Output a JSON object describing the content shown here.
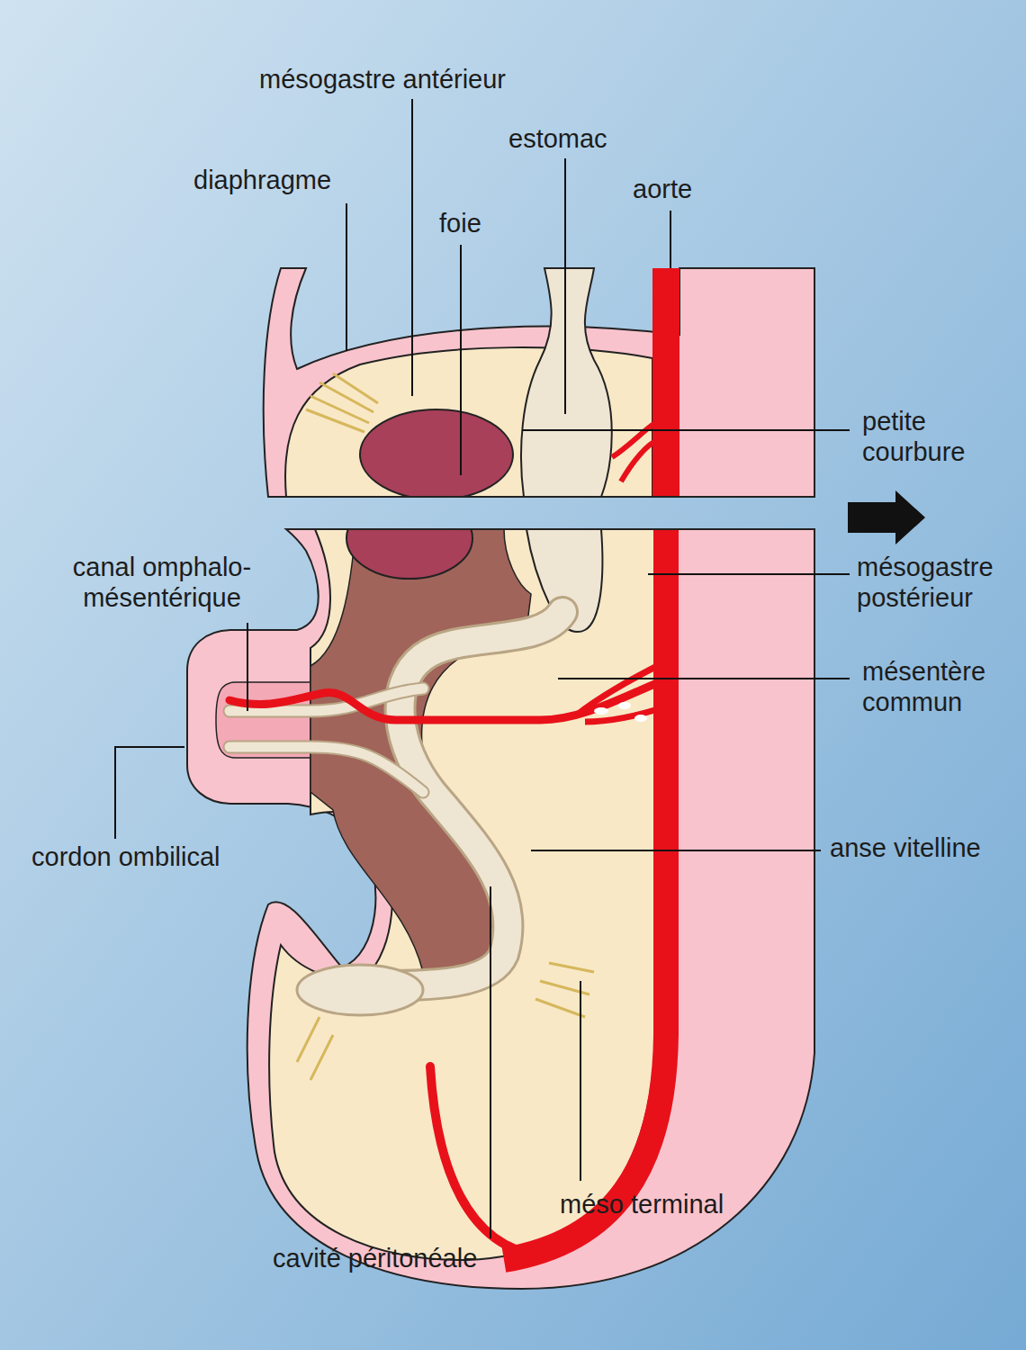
{
  "diagram": {
    "labels": [
      "mésogastre antérieur",
      "estomac",
      "diaphragme",
      "aorte",
      "foie",
      "petite courbure",
      "canal omphalo- mésentérique",
      "mésogastre postérieur",
      "mésentère commun",
      "cordon ombilical",
      "anse vitelline",
      "méso terminal",
      "cavité péritonéale"
    ]
  }
}
